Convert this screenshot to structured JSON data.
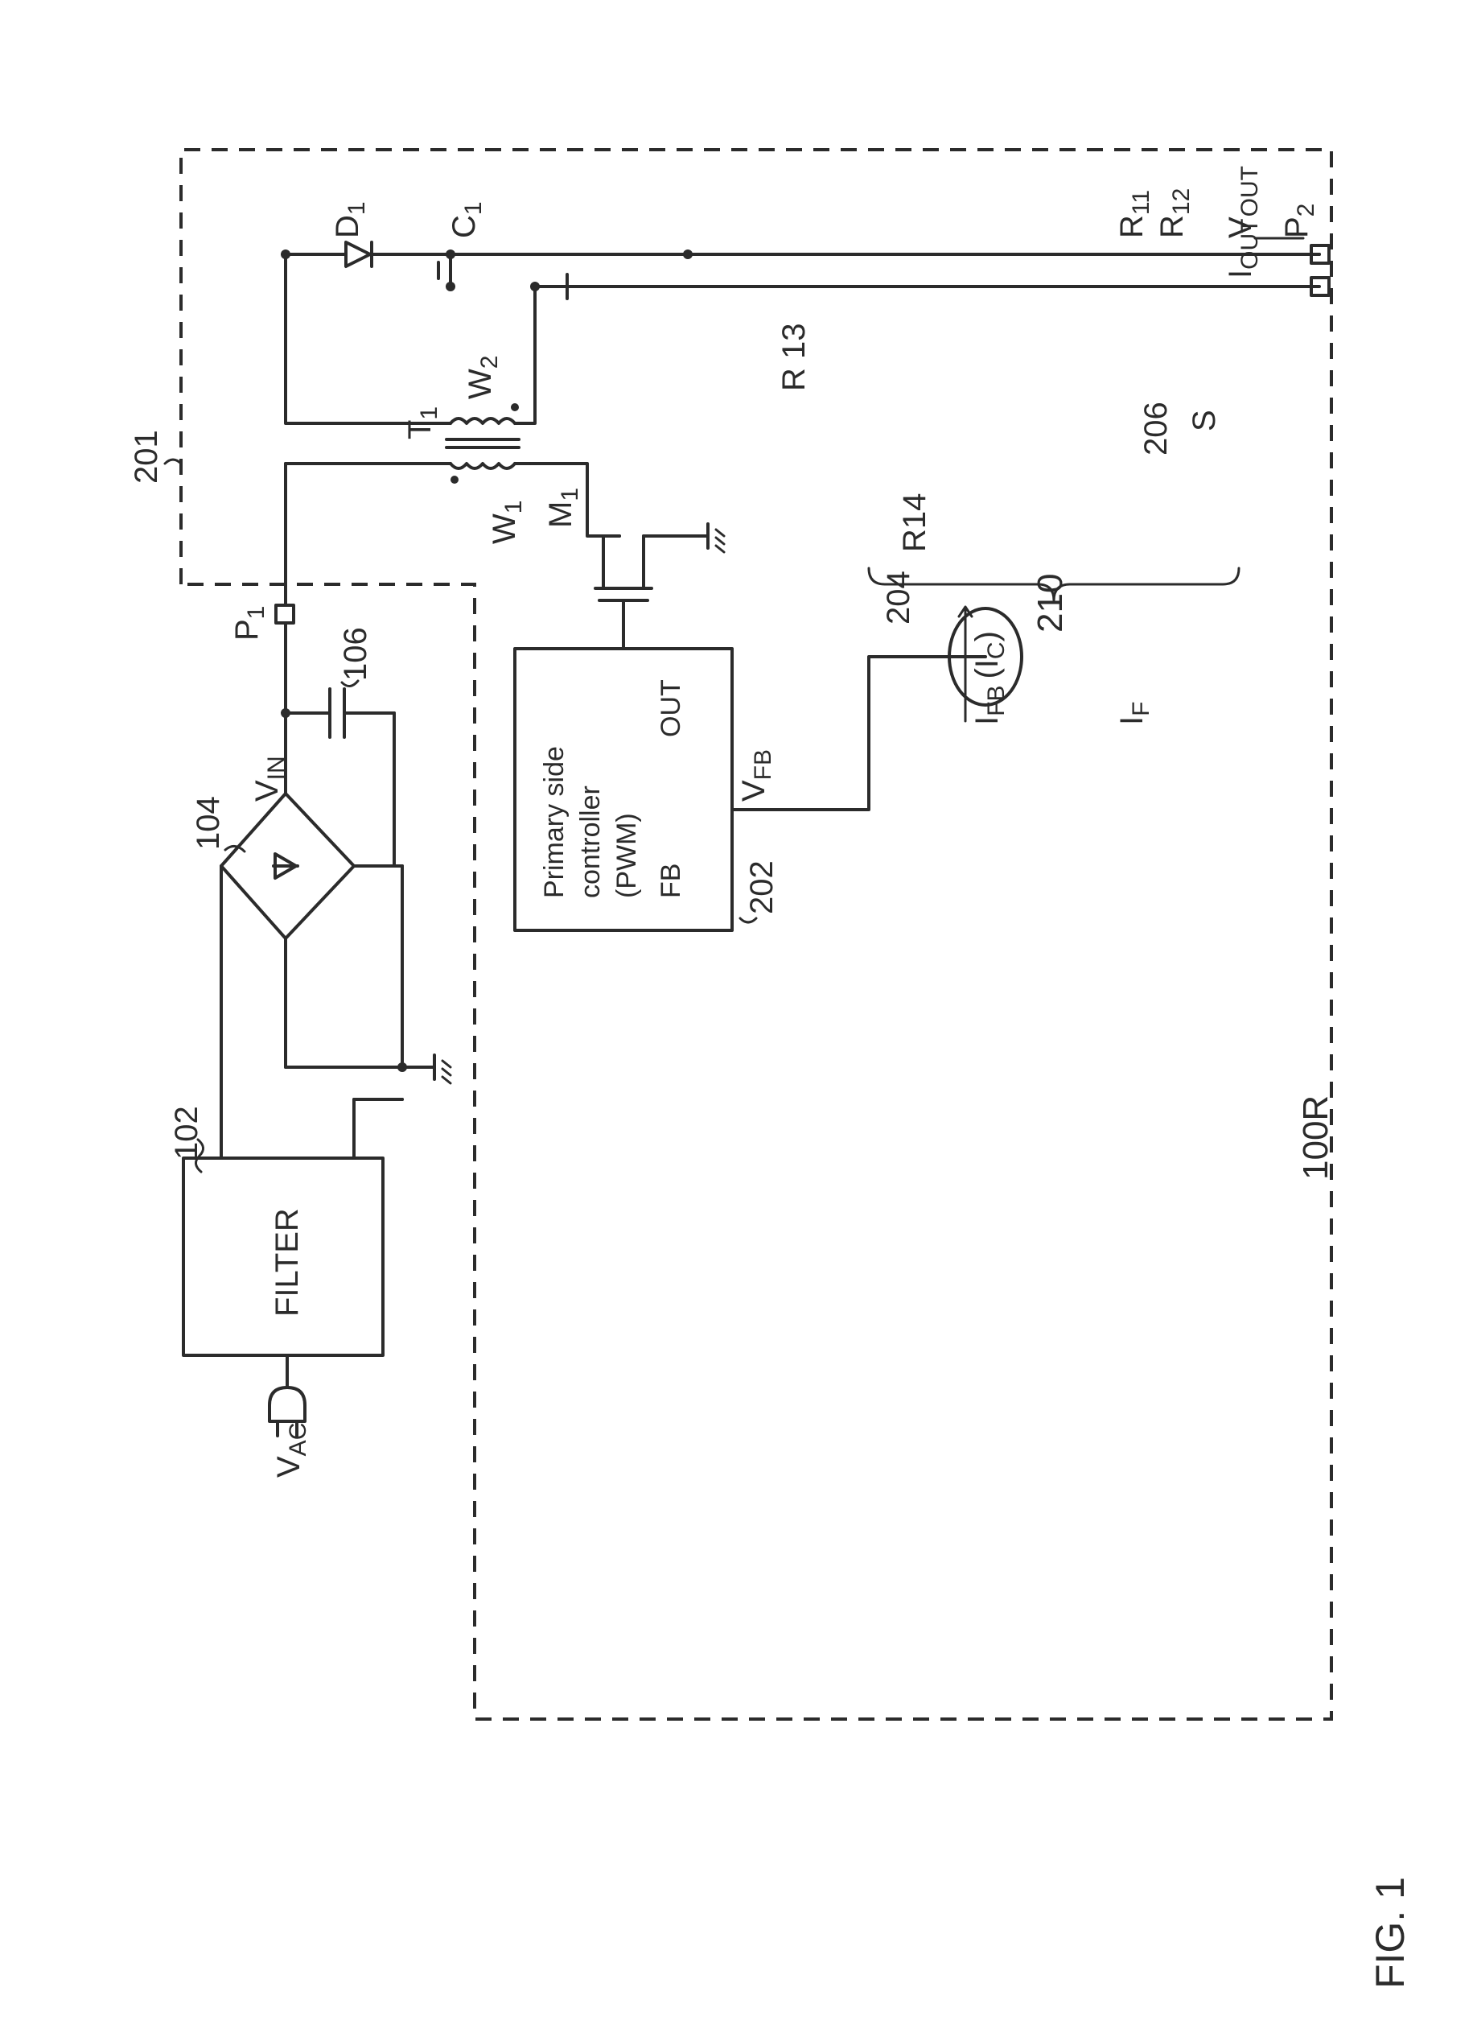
{
  "figure": {
    "label": "FIG. 1",
    "reference": "100R"
  },
  "labels": {
    "vac": "V",
    "vac_sub": "AC",
    "filter_text": "FILTER",
    "filter_ref": "102",
    "bridge_ref": "104",
    "vin": "V",
    "vin_sub": "IN",
    "cap_ref": "106",
    "p1": "P",
    "p1_sub": "1",
    "p2": "P",
    "p2_sub": "2",
    "converter_ref": "201",
    "controller_line1": "Primary side",
    "controller_line2": "controller",
    "controller_line3": "(PWM)",
    "fb_pin": "FB",
    "out_pin": "OUT",
    "controller_ref": "202",
    "vfb": "V",
    "vfb_sub": "FB",
    "ifb": "I",
    "ifb_sub": "FB",
    "ifb_paren": "(I",
    "ifb_paren_sub": "C",
    "ifb_close": ")",
    "w1": "W",
    "w1_sub": "1",
    "w2": "W",
    "w2_sub": "2",
    "t1": "T",
    "t1_sub": "1",
    "m1": "M",
    "m1_sub": "1",
    "d1": "D",
    "d1_sub": "1",
    "c1": "C",
    "c1_sub": "1",
    "vout": "V",
    "vout_sub": "OUT",
    "iout": "I",
    "iout_sub": "OUT",
    "r11": "R",
    "r11_sub": "11",
    "r12": "R",
    "r12_sub": "12",
    "r13": "R 13",
    "r14": "R14",
    "block210": "210",
    "opto_ref": "204",
    "if": "I",
    "if_sub": "F",
    "shunt_ref": "206",
    "s_node": "S"
  }
}
